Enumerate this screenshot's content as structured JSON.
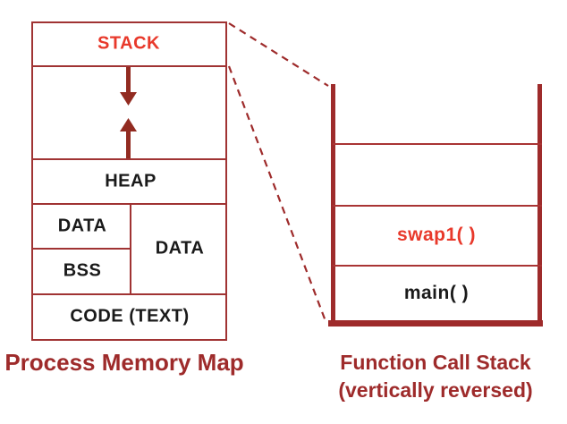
{
  "diagram_title": "Process memory map and function call stack diagram",
  "colors": {
    "bright_red_text": "#E8392B",
    "dark_red": "#9E2B2B",
    "line_red": "#A03333",
    "black_text": "#1a1a1a",
    "background": "#ffffff"
  },
  "memory_map": {
    "caption": "Process Memory Map",
    "sections": {
      "stack": "STACK",
      "heap": "HEAP",
      "data_left": "DATA",
      "bss": "BSS",
      "data_right": "DATA",
      "code": "CODE (TEXT)"
    },
    "icons": {
      "stack_growth": "down-arrow-icon",
      "heap_growth": "up-arrow-icon"
    }
  },
  "call_stack": {
    "caption_line1": "Function Call Stack",
    "caption_line2": "(vertically reversed)",
    "frames": {
      "top": "swap1( )",
      "bottom": "main( )"
    }
  }
}
